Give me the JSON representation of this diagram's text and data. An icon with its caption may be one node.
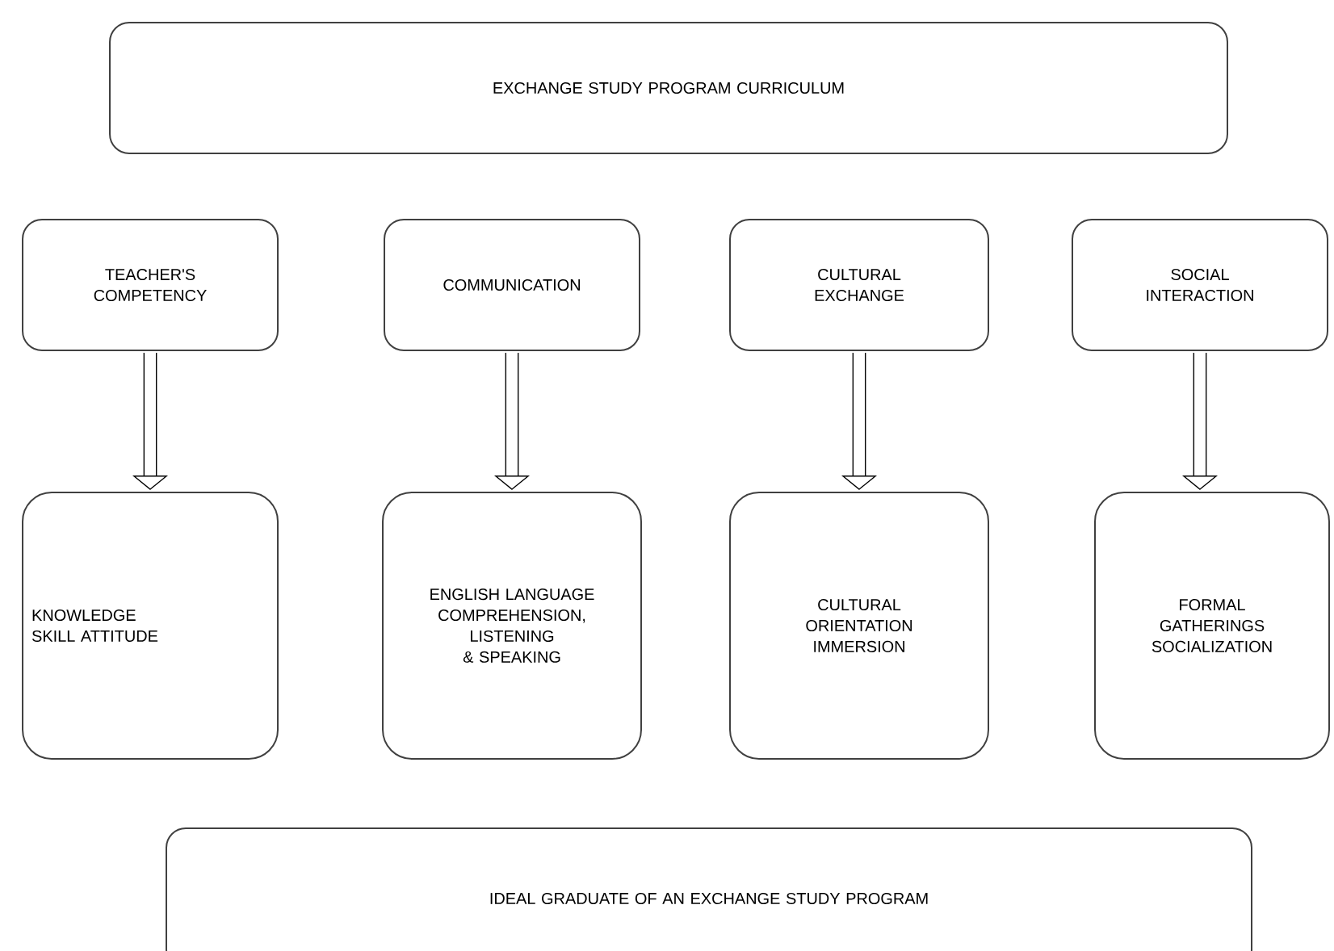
{
  "diagram": {
    "nodes": [
      {
        "text": [
          "EXCHANGE STUDY PROGRAM CURRICULUM"
        ]
      },
      {
        "text": [
          "TEACHER'S COMPETENCY"
        ]
      },
      {
        "text": [
          "COMMUNICATION"
        ]
      },
      {
        "text": [
          "CULTURAL EXCHANGE"
        ]
      },
      {
        "text": [
          "SOCIAL INTERACTION"
        ]
      },
      {
        "text": [
          "KNOWLEDGE SKILL ATTITUDE"
        ]
      },
      {
        "text": [
          "ENGLISH LANGUAGE COMPREHENSION, LISTENING & SPEAKING"
        ]
      },
      {
        "text": [
          "CULTURAL ORIENTATION IMMERSION"
        ]
      },
      {
        "text": [
          "FORMAL GATHERINGS SOCIALIZATION"
        ]
      },
      {
        "text": [
          "IDEAL GRADUATE OF AN EXCHANGE STUDY PROGRAM"
        ]
      }
    ],
    "edges": [
      {
        "from": 1,
        "to": 5,
        "arrow": "to"
      },
      {
        "from": 2,
        "to": 6,
        "arrow": "to"
      },
      {
        "from": 3,
        "to": 7,
        "arrow": "to"
      },
      {
        "from": 4,
        "to": 8,
        "arrow": "to"
      }
    ]
  }
}
